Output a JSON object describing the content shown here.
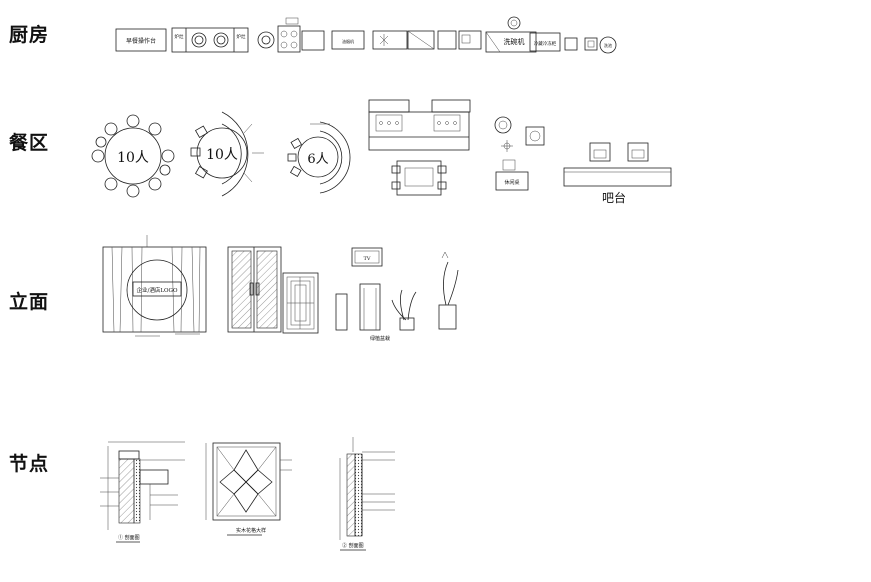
{
  "categories": [
    {
      "id": "kitchen",
      "label": "厨房"
    },
    {
      "id": "dining",
      "label": "餐区"
    },
    {
      "id": "elevation",
      "label": "立面"
    },
    {
      "id": "detail",
      "label": "节点"
    }
  ],
  "kitchen_labels": {
    "prep_counter": "早餐操作台",
    "stove_a": "炉灶",
    "stove_b": "炉灶",
    "hood": "油烟机",
    "dishwasher": "洗碗机",
    "freezer": "冷藏冷冻柜",
    "sink": "洗池"
  },
  "dining_labels": {
    "table_10_round": "10人",
    "table_10_half": "10人",
    "table_6": "6人",
    "bar": "吧台",
    "lounge": "休闲桌"
  },
  "elevation_labels": {
    "logo": "企业/酒店LOGO",
    "tv": "TV",
    "plants": "绿植盆栽"
  },
  "detail_labels": {
    "section_1": "①  剖面图",
    "ceiling": "实木花格大样",
    "section_2": "②  剖面图"
  }
}
